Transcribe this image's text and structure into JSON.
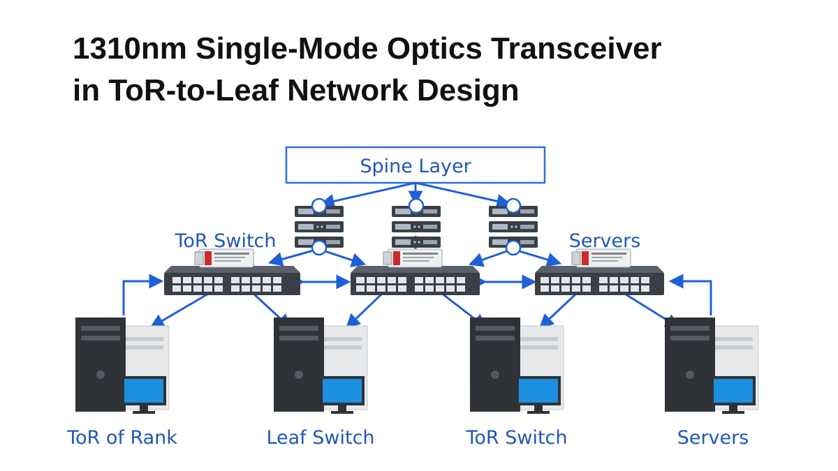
{
  "title": {
    "line1": "1310nm Single-Mode Optics Transceiver",
    "line2": "in ToR-to-Leaf Network Design"
  },
  "diagram": {
    "spine_label": "Spine Layer",
    "upper_labels": {
      "left": "ToR Switch",
      "right": "Servers"
    },
    "bottom_labels": [
      "ToR of Rank",
      "Leaf Switch",
      "ToR Switch",
      "Servers"
    ]
  },
  "colors": {
    "link": "#1f5fd8",
    "label": "#1f57b5",
    "switch_body": "#3a3f46",
    "server_dark": "#2f3338",
    "server_light": "#e6e8ea",
    "monitor": "#1c8fe0",
    "transceiver_tag": "#d22a2a"
  },
  "icons": [
    "spine-server-stack-icon",
    "network-switch-icon",
    "sfp-transceiver-icon",
    "server-tower-icon",
    "workstation-icon",
    "monitor-icon"
  ]
}
